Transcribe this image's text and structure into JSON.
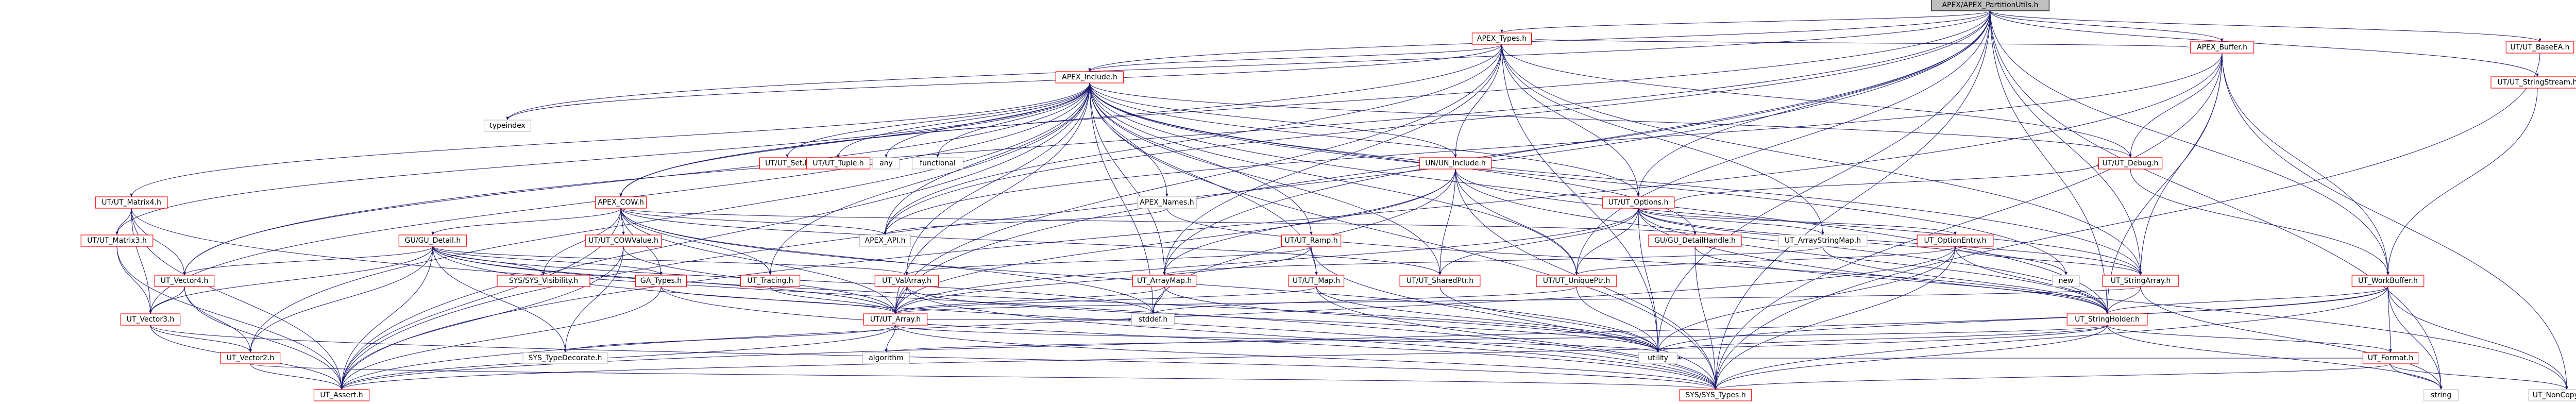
{
  "graph": {
    "root_node": "APEX/APEX_PartitionUtils.h",
    "colors": {
      "edge_stroke": "#191970",
      "node_border_normal": "#bfbfbf",
      "node_border_linked": "#ff0000",
      "root_fill": "#bfbfbf",
      "root_border": "#000000",
      "node_fill": "#ffffff",
      "text": "#000000"
    },
    "nodes": [
      {
        "id": "root",
        "label": "APEX/APEX_PartitionUtils.h",
        "kind": "root"
      },
      {
        "id": "apex_buffer",
        "label": "APEX_Buffer.h",
        "kind": "red"
      },
      {
        "id": "ut_baseea",
        "label": "UT/UT_BaseEA.h",
        "kind": "red"
      },
      {
        "id": "ut_stringstream",
        "label": "UT/UT_StringStream.h",
        "kind": "red"
      },
      {
        "id": "apex_types",
        "label": "APEX_Types.h",
        "kind": "red"
      },
      {
        "id": "typeindex",
        "label": "typeindex",
        "kind": "gray"
      },
      {
        "id": "apex_include",
        "label": "APEX_Include.h",
        "kind": "red"
      },
      {
        "id": "ut_set",
        "label": "UT/UT_Set.h",
        "kind": "red"
      },
      {
        "id": "ut_tuple",
        "label": "UT/UT_Tuple.h",
        "kind": "red"
      },
      {
        "id": "any",
        "label": "any",
        "kind": "gray"
      },
      {
        "id": "functional",
        "label": "functional",
        "kind": "gray"
      },
      {
        "id": "un_include",
        "label": "UN/UN_Include.h",
        "kind": "red"
      },
      {
        "id": "ut_debug",
        "label": "UT/UT_Debug.h",
        "kind": "red"
      },
      {
        "id": "ut_matrix4",
        "label": "UT/UT_Matrix4.h",
        "kind": "red"
      },
      {
        "id": "ut_matrix3",
        "label": "UT/UT_Matrix3.h",
        "kind": "red"
      },
      {
        "id": "apex_cow",
        "label": "APEX_COW.h",
        "kind": "red"
      },
      {
        "id": "apex_names",
        "label": "APEX_Names.h",
        "kind": "gray"
      },
      {
        "id": "ut_options",
        "label": "UT/UT_Options.h",
        "kind": "red"
      },
      {
        "id": "gu_detail",
        "label": "GU/GU_Detail.h",
        "kind": "red"
      },
      {
        "id": "ut_cowvalue",
        "label": "UT/UT_COWValue.h",
        "kind": "red"
      },
      {
        "id": "apex_api",
        "label": "APEX_API.h",
        "kind": "gray"
      },
      {
        "id": "ut_ramp",
        "label": "UT/UT_Ramp.h",
        "kind": "red"
      },
      {
        "id": "gu_detailhandle",
        "label": "GU/GU_DetailHandle.h",
        "kind": "red"
      },
      {
        "id": "ut_arraystringmap",
        "label": "UT_ArrayStringMap.h",
        "kind": "gray"
      },
      {
        "id": "ut_optionentry",
        "label": "UT_OptionEntry.h",
        "kind": "red"
      },
      {
        "id": "ut_vector4",
        "label": "UT_Vector4.h",
        "kind": "red"
      },
      {
        "id": "sys_visibility",
        "label": "SYS/SYS_Visibility.h",
        "kind": "red"
      },
      {
        "id": "ga_types",
        "label": "GA_Types.h",
        "kind": "red"
      },
      {
        "id": "ut_tracing",
        "label": "UT_Tracing.h",
        "kind": "red"
      },
      {
        "id": "ut_valarray",
        "label": "UT_ValArray.h",
        "kind": "red"
      },
      {
        "id": "ut_arraymap",
        "label": "UT_ArrayMap.h",
        "kind": "red"
      },
      {
        "id": "ut_map",
        "label": "UT/UT_Map.h",
        "kind": "red"
      },
      {
        "id": "ut_sharedptr",
        "label": "UT/UT_SharedPtr.h",
        "kind": "red"
      },
      {
        "id": "ut_uniqueptr",
        "label": "UT/UT_UniquePtr.h",
        "kind": "red"
      },
      {
        "id": "new",
        "label": "new",
        "kind": "gray"
      },
      {
        "id": "ut_stringarray",
        "label": "UT_StringArray.h",
        "kind": "red"
      },
      {
        "id": "ut_workbuffer",
        "label": "UT_WorkBuffer.h",
        "kind": "red"
      },
      {
        "id": "ut_vector3",
        "label": "UT_Vector3.h",
        "kind": "red"
      },
      {
        "id": "ut_array",
        "label": "UT/UT_Array.h",
        "kind": "red"
      },
      {
        "id": "stddef",
        "label": "stddef.h",
        "kind": "gray"
      },
      {
        "id": "ut_stringholder",
        "label": "UT_StringHolder.h",
        "kind": "red"
      },
      {
        "id": "sys_typedecorate",
        "label": "SYS_TypeDecorate.h",
        "kind": "gray"
      },
      {
        "id": "algorithm",
        "label": "algorithm",
        "kind": "gray"
      },
      {
        "id": "utility",
        "label": "utility",
        "kind": "gray"
      },
      {
        "id": "ut_vector2",
        "label": "UT_Vector2.h",
        "kind": "red"
      },
      {
        "id": "ut_format",
        "label": "UT_Format.h",
        "kind": "red"
      },
      {
        "id": "string",
        "label": "string",
        "kind": "gray"
      },
      {
        "id": "ut_assert",
        "label": "UT_Assert.h",
        "kind": "red"
      },
      {
        "id": "sys_types",
        "label": "SYS/SYS_Types.h",
        "kind": "red"
      },
      {
        "id": "ut_noncopyable",
        "label": "UT_NonCopyable.h",
        "kind": "gray"
      }
    ],
    "edges": [
      [
        "root",
        "apex_buffer"
      ],
      [
        "root",
        "ut_baseea"
      ],
      [
        "root",
        "ut_stringstream"
      ],
      [
        "root",
        "apex_types"
      ],
      [
        "root",
        "apex_include"
      ],
      [
        "root",
        "apex_cow"
      ],
      [
        "root",
        "apex_api"
      ],
      [
        "root",
        "ut_options"
      ],
      [
        "root",
        "ut_array"
      ],
      [
        "root",
        "ut_arraymap"
      ],
      [
        "root",
        "ut_stringholder"
      ],
      [
        "root",
        "ut_workbuffer"
      ],
      [
        "root",
        "ut_stringarray"
      ],
      [
        "root",
        "ut_assert"
      ],
      [
        "root",
        "sys_types"
      ],
      [
        "root",
        "utility"
      ],
      [
        "root",
        "typeindex"
      ],
      [
        "root",
        "ut_vector4"
      ],
      [
        "root",
        "ut_uniqueptr"
      ],
      [
        "root",
        "string"
      ],
      [
        "apex_buffer",
        "apex_types"
      ],
      [
        "apex_buffer",
        "ut_debug"
      ],
      [
        "apex_buffer",
        "ut_workbuffer"
      ],
      [
        "apex_buffer",
        "ut_stringholder"
      ],
      [
        "apex_buffer",
        "ut_stringarray"
      ],
      [
        "apex_buffer",
        "ut_noncopyable"
      ],
      [
        "apex_buffer",
        "sys_types"
      ],
      [
        "apex_buffer",
        "apex_api"
      ],
      [
        "apex_buffer",
        "ut_assert"
      ],
      [
        "ut_baseea",
        "sys_types"
      ],
      [
        "ut_stringstream",
        "ut_workbuffer"
      ],
      [
        "apex_types",
        "apex_include"
      ],
      [
        "apex_types",
        "typeindex"
      ],
      [
        "apex_types",
        "ut_debug"
      ],
      [
        "apex_types",
        "apex_cow"
      ],
      [
        "apex_types",
        "un_include"
      ],
      [
        "apex_types",
        "ut_options"
      ],
      [
        "apex_types",
        "ut_arraystringmap"
      ],
      [
        "apex_types",
        "ut_stringarray"
      ],
      [
        "apex_types",
        "utility"
      ],
      [
        "apex_types",
        "apex_api"
      ],
      [
        "apex_types",
        "ut_array"
      ],
      [
        "apex_types",
        "ut_arraymap"
      ],
      [
        "apex_include",
        "ut_set"
      ],
      [
        "apex_include",
        "ut_tuple"
      ],
      [
        "apex_include",
        "any"
      ],
      [
        "apex_include",
        "functional"
      ],
      [
        "apex_include",
        "un_include"
      ],
      [
        "apex_include",
        "ut_debug"
      ],
      [
        "apex_include",
        "ut_matrix4"
      ],
      [
        "apex_include",
        "ut_matrix3"
      ],
      [
        "apex_include",
        "apex_names"
      ],
      [
        "apex_include",
        "ut_options"
      ],
      [
        "apex_include",
        "ut_ramp"
      ],
      [
        "apex_include",
        "gu_detailhandle"
      ],
      [
        "apex_include",
        "ut_vector4"
      ],
      [
        "apex_include",
        "ut_vector3"
      ],
      [
        "apex_include",
        "ut_array"
      ],
      [
        "apex_include",
        "ut_arraymap"
      ],
      [
        "apex_include",
        "ut_stringholder"
      ],
      [
        "apex_include",
        "ut_stringarray"
      ],
      [
        "apex_include",
        "ut_tracing"
      ],
      [
        "apex_include",
        "sys_types"
      ],
      [
        "apex_include",
        "stddef"
      ],
      [
        "apex_include",
        "ut_map"
      ],
      [
        "apex_include",
        "ut_sharedptr"
      ],
      [
        "apex_include",
        "ut_uniqueptr"
      ],
      [
        "apex_include",
        "ut_assert"
      ],
      [
        "apex_include",
        "apex_api"
      ],
      [
        "apex_include",
        "apex_cow"
      ],
      [
        "apex_include",
        "new"
      ],
      [
        "apex_include",
        "ut_valarray"
      ],
      [
        "apex_include",
        "ut_vector2"
      ],
      [
        "un_include",
        "ut_arraymap"
      ],
      [
        "un_include",
        "ut_stringholder"
      ],
      [
        "un_include",
        "ut_array"
      ],
      [
        "un_include",
        "ut_uniqueptr"
      ],
      [
        "un_include",
        "sys_types"
      ],
      [
        "un_include",
        "stddef"
      ],
      [
        "un_include",
        "ut_sharedptr"
      ],
      [
        "un_include",
        "ut_stringarray"
      ],
      [
        "ut_debug",
        "ut_workbuffer"
      ],
      [
        "ut_matrix4",
        "ut_matrix3"
      ],
      [
        "ut_matrix4",
        "ut_vector4"
      ],
      [
        "ut_matrix4",
        "ut_vector3"
      ],
      [
        "ut_matrix4",
        "ut_assert"
      ],
      [
        "ut_matrix4",
        "sys_types"
      ],
      [
        "ut_matrix3",
        "ut_vector3"
      ],
      [
        "ut_matrix3",
        "ut_assert"
      ],
      [
        "apex_names",
        "apex_api"
      ],
      [
        "apex_names",
        "ut_stringholder"
      ],
      [
        "apex_cow",
        "apex_api"
      ],
      [
        "apex_cow",
        "gu_detail"
      ],
      [
        "apex_cow",
        "ut_cowvalue"
      ],
      [
        "apex_cow",
        "sys_visibility"
      ],
      [
        "apex_cow",
        "ga_types"
      ],
      [
        "apex_cow",
        "ut_tracing"
      ],
      [
        "apex_cow",
        "ut_array"
      ],
      [
        "apex_cow",
        "stddef"
      ],
      [
        "apex_cow",
        "ut_assert"
      ],
      [
        "apex_cow",
        "utility"
      ],
      [
        "apex_cow",
        "ut_sharedptr"
      ],
      [
        "apex_cow",
        "gu_detailhandle"
      ],
      [
        "ut_options",
        "ut_arraystringmap"
      ],
      [
        "ut_options",
        "ut_optionentry"
      ],
      [
        "ut_options",
        "ut_uniqueptr"
      ],
      [
        "ut_options",
        "ut_stringholder"
      ],
      [
        "ut_options",
        "ut_stringarray"
      ],
      [
        "ut_options",
        "ut_sharedptr"
      ],
      [
        "ut_options",
        "utility"
      ],
      [
        "ut_options",
        "ut_noncopyable"
      ],
      [
        "ut_options",
        "ut_array"
      ],
      [
        "ut_options",
        "new"
      ],
      [
        "ut_options",
        "ut_debug"
      ],
      [
        "gu_detail",
        "ut_vector4"
      ],
      [
        "gu_detail",
        "ut_vector3"
      ],
      [
        "gu_detail",
        "ut_vector2"
      ],
      [
        "gu_detail",
        "ga_types"
      ],
      [
        "gu_detail",
        "sys_visibility"
      ],
      [
        "gu_detail",
        "ut_array"
      ],
      [
        "gu_detail",
        "sys_typedecorate"
      ],
      [
        "gu_detail",
        "sys_types"
      ],
      [
        "gu_detail",
        "ut_assert"
      ],
      [
        "gu_detail",
        "utility"
      ],
      [
        "gu_detail",
        "ut_valarray"
      ],
      [
        "gu_detail",
        "stddef"
      ],
      [
        "ut_cowvalue",
        "ut_assert"
      ],
      [
        "ut_cowvalue",
        "ut_array"
      ],
      [
        "ut_cowvalue",
        "sys_typedecorate"
      ],
      [
        "ut_ramp",
        "ut_map"
      ],
      [
        "ut_ramp",
        "ut_array"
      ],
      [
        "ut_ramp",
        "sys_types"
      ],
      [
        "ut_ramp",
        "ut_valarray"
      ],
      [
        "gu_detailhandle",
        "ut_stringholder"
      ],
      [
        "gu_detailhandle",
        "sys_types"
      ],
      [
        "ut_arraystringmap",
        "ut_arraymap"
      ],
      [
        "ut_arraystringmap",
        "ut_stringholder"
      ],
      [
        "ut_optionentry",
        "ut_stringholder"
      ],
      [
        "ut_optionentry",
        "ut_uniqueptr"
      ],
      [
        "ut_optionentry",
        "ut_stringarray"
      ],
      [
        "ut_optionentry",
        "sys_types"
      ],
      [
        "ut_optionentry",
        "ut_assert"
      ],
      [
        "ut_optionentry",
        "utility"
      ],
      [
        "ut_vector4",
        "ut_vector3"
      ],
      [
        "ut_vector4",
        "ut_vector2"
      ],
      [
        "ut_vector4",
        "ut_assert"
      ],
      [
        "ga_types",
        "sys_types"
      ],
      [
        "ga_types",
        "ut_array"
      ],
      [
        "ga_types",
        "ut_assert"
      ],
      [
        "ut_tracing",
        "ut_array"
      ],
      [
        "ut_valarray",
        "ut_array"
      ],
      [
        "ut_valarray",
        "sys_types"
      ],
      [
        "ut_valarray",
        "utility"
      ],
      [
        "ut_arraymap",
        "ut_array"
      ],
      [
        "ut_arraymap",
        "stddef"
      ],
      [
        "ut_arraymap",
        "utility"
      ],
      [
        "ut_map",
        "ut_array"
      ],
      [
        "ut_map",
        "sys_types"
      ],
      [
        "ut_map",
        "utility"
      ],
      [
        "ut_sharedptr",
        "utility"
      ],
      [
        "ut_uniqueptr",
        "utility"
      ],
      [
        "ut_uniqueptr",
        "stddef"
      ],
      [
        "ut_stringarray",
        "ut_stringholder"
      ],
      [
        "ut_stringarray",
        "ut_array"
      ],
      [
        "ut_stringarray",
        "string"
      ],
      [
        "ut_workbuffer",
        "ut_stringholder"
      ],
      [
        "ut_workbuffer",
        "ut_format"
      ],
      [
        "ut_workbuffer",
        "ut_noncopyable"
      ],
      [
        "ut_workbuffer",
        "string"
      ],
      [
        "ut_workbuffer",
        "sys_types"
      ],
      [
        "ut_workbuffer",
        "ut_assert"
      ],
      [
        "ut_workbuffer",
        "utility"
      ],
      [
        "ut_vector3",
        "ut_vector2"
      ],
      [
        "ut_vector3",
        "ut_assert"
      ],
      [
        "ut_vector3",
        "sys_types"
      ],
      [
        "ut_array",
        "sys_typedecorate"
      ],
      [
        "ut_array",
        "algorithm"
      ],
      [
        "ut_array",
        "utility"
      ],
      [
        "ut_array",
        "ut_assert"
      ],
      [
        "ut_array",
        "sys_types"
      ],
      [
        "ut_array",
        "stddef"
      ],
      [
        "ut_stringholder",
        "ut_format"
      ],
      [
        "ut_stringholder",
        "string"
      ],
      [
        "ut_stringholder",
        "sys_types"
      ],
      [
        "ut_stringholder",
        "ut_assert"
      ],
      [
        "ut_stringholder",
        "utility"
      ],
      [
        "ut_stringholder",
        "algorithm"
      ],
      [
        "ut_vector2",
        "ut_assert"
      ],
      [
        "ut_vector2",
        "sys_types"
      ],
      [
        "ut_format",
        "string"
      ],
      [
        "ut_format",
        "sys_types"
      ],
      [
        "ut_format",
        "utility"
      ],
      [
        "ut_format",
        "ut_noncopyable"
      ]
    ]
  }
}
